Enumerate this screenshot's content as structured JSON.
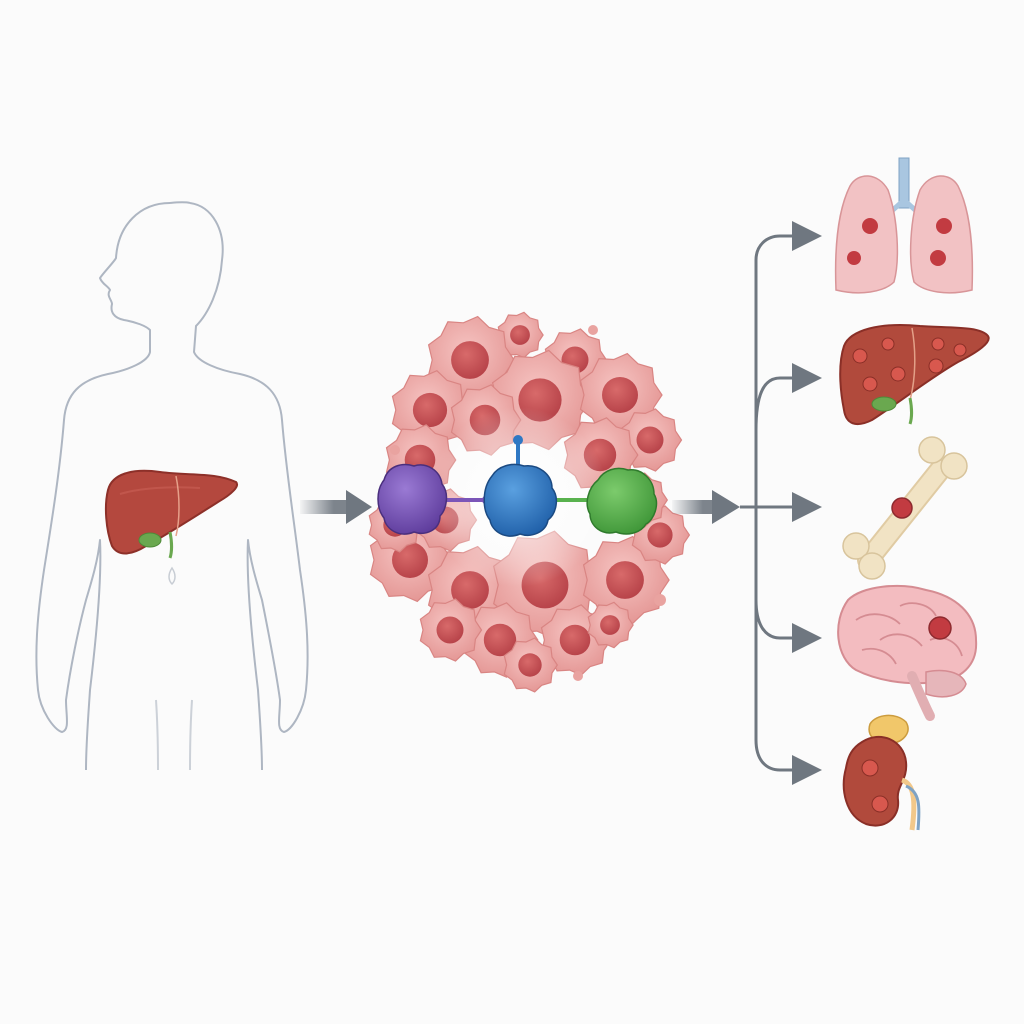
{
  "diagram": {
    "colors": {
      "background": "#fbfbfb",
      "body_outline": "#aeb6c2",
      "liver": "#b4483e",
      "gallbladder": "#6aa84f",
      "tumor_cell": "#e9a3a0",
      "tumor_nucleus": "#c85556",
      "arrow": "#6f7780",
      "cell_purple": "#7b55b8",
      "cell_blue": "#2f78c4",
      "cell_green": "#59b24e",
      "lung": "#f2c2c4",
      "bone": "#f1e3c4",
      "brain": "#f3bcc0",
      "kidney": "#b14a3c",
      "adrenal": "#f1c76a"
    },
    "icons": [
      "human-silhouette",
      "liver-icon",
      "tumor-cluster-icon",
      "cell-network-icon",
      "lung-icon",
      "liver-metastasis-icon",
      "bone-icon",
      "brain-icon",
      "kidney-icon"
    ],
    "metastasis_targets": [
      "lung",
      "liver",
      "bone",
      "brain",
      "kidney"
    ]
  }
}
